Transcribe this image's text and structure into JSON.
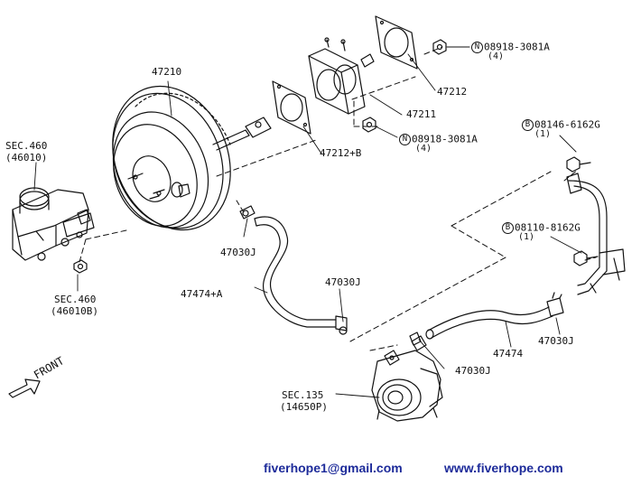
{
  "parts": {
    "booster": "47210",
    "gasket_a": "47212",
    "spacer": "47211",
    "gasket_b": "47212+B",
    "nut_top": {
      "symbol": "N",
      "code": "08918-3081A",
      "qty": "(4)"
    },
    "nut_mid": {
      "symbol": "N",
      "code": "08918-3081A",
      "qty": "(4)"
    },
    "bolt_top": {
      "symbol": "B",
      "code": "08146-6162G",
      "qty": "(1)"
    },
    "bolt_mid": {
      "symbol": "B",
      "code": "08110-8162G",
      "qty": "(1)"
    },
    "clamp_1": "47030J",
    "clamp_2": "47030J",
    "clamp_3": "47030J",
    "clamp_4": "47030J",
    "hose_a": "47474+A",
    "hose": "47474",
    "sec460_top": {
      "line1": "SEC.460",
      "line2": "(46010)"
    },
    "sec460_bottom": {
      "line1": "SEC.460",
      "line2": "(46010B)"
    },
    "sec135": {
      "line1": "SEC.135",
      "line2": "(14650P)"
    },
    "front": "FRONT"
  },
  "footer": {
    "email": "fiverhope1@gmail.com",
    "website": "www.fiverhope.com"
  },
  "colors": {
    "line": "#111111",
    "footer_text": "#1d2b9a",
    "background": "#ffffff"
  }
}
